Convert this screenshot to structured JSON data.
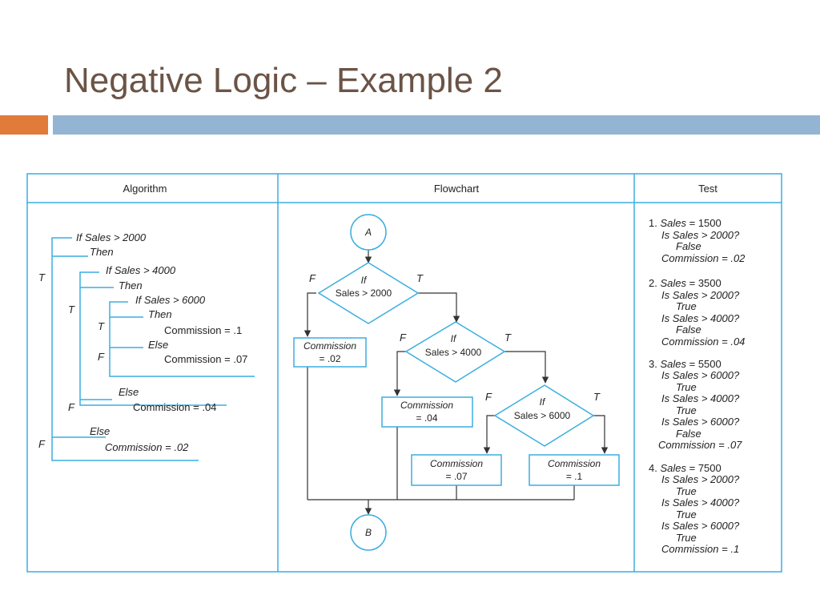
{
  "slide": {
    "title": "Negative Logic – Example 2"
  },
  "table": {
    "headers": {
      "algorithm": "Algorithm",
      "flowchart": "Flowchart",
      "test": "Test"
    }
  },
  "algorithm": {
    "if_2000": "If Sales > 2000",
    "then1": "Then",
    "if_4000": "If Sales > 4000",
    "then2": "Then",
    "if_6000": "If Sales > 6000",
    "then3": "Then",
    "comm_1": "Commission = .1",
    "else3": "Else",
    "comm_07": "Commission = .07",
    "else2": "Else",
    "comm_04": "Commission = .04",
    "else1": "Else",
    "comm_02": "Commission = .02",
    "markers": {
      "t1": "T",
      "t2": "T",
      "t3": "T",
      "f3": "F",
      "f2": "F",
      "f1": "F"
    }
  },
  "flowchart": {
    "connector_start": "A",
    "connector_end": "B",
    "decision1": {
      "line1": "If",
      "line2": "Sales > 2000",
      "true_label": "T",
      "false_label": "F"
    },
    "decision2": {
      "line1": "If",
      "line2": "Sales > 4000",
      "true_label": "T",
      "false_label": "F"
    },
    "decision3": {
      "line1": "If",
      "line2": "Sales > 6000",
      "true_label": "T",
      "false_label": "F"
    },
    "process_02": {
      "line1": "Commission",
      "line2": "= .02"
    },
    "process_04": {
      "line1": "Commission",
      "line2": "= .04"
    },
    "process_07": {
      "line1": "Commission",
      "line2": "= .07"
    },
    "process_1": {
      "line1": "Commission",
      "line2": "= .1"
    },
    "colors": {
      "shape_stroke": "#3aaee0",
      "line": "#333333"
    }
  },
  "test": {
    "case1": {
      "num": "1.",
      "sales_label": "Sales",
      "sales_value": "= 1500",
      "q1": "Is Sales > 2000?",
      "r1": "False",
      "result": "Commission = .02"
    },
    "case2": {
      "num": "2.",
      "sales_label": "Sales",
      "sales_value": "= 3500",
      "q1": "Is Sales > 2000?",
      "r1": "True",
      "q2": "Is Sales > 4000?",
      "r2": "False",
      "result": "Commission = .04"
    },
    "case3": {
      "num": "3.",
      "sales_label": "Sales",
      "sales_value": "= 5500",
      "q1": "Is Sales > 6000?",
      "r1": "True",
      "q2": "Is Sales > 4000?",
      "r2": "True",
      "q3": "Is Sales > 6000?",
      "r3": "False",
      "result": "Commission = .07"
    },
    "case4": {
      "num": "4.",
      "sales_label": "Sales",
      "sales_value": "= 7500",
      "q1": "Is Sales > 2000?",
      "r1": "True",
      "q2": "Is Sales > 4000?",
      "r2": "True",
      "q3": "Is Sales > 6000?",
      "r3": "True",
      "result": "Commission = .1"
    }
  }
}
